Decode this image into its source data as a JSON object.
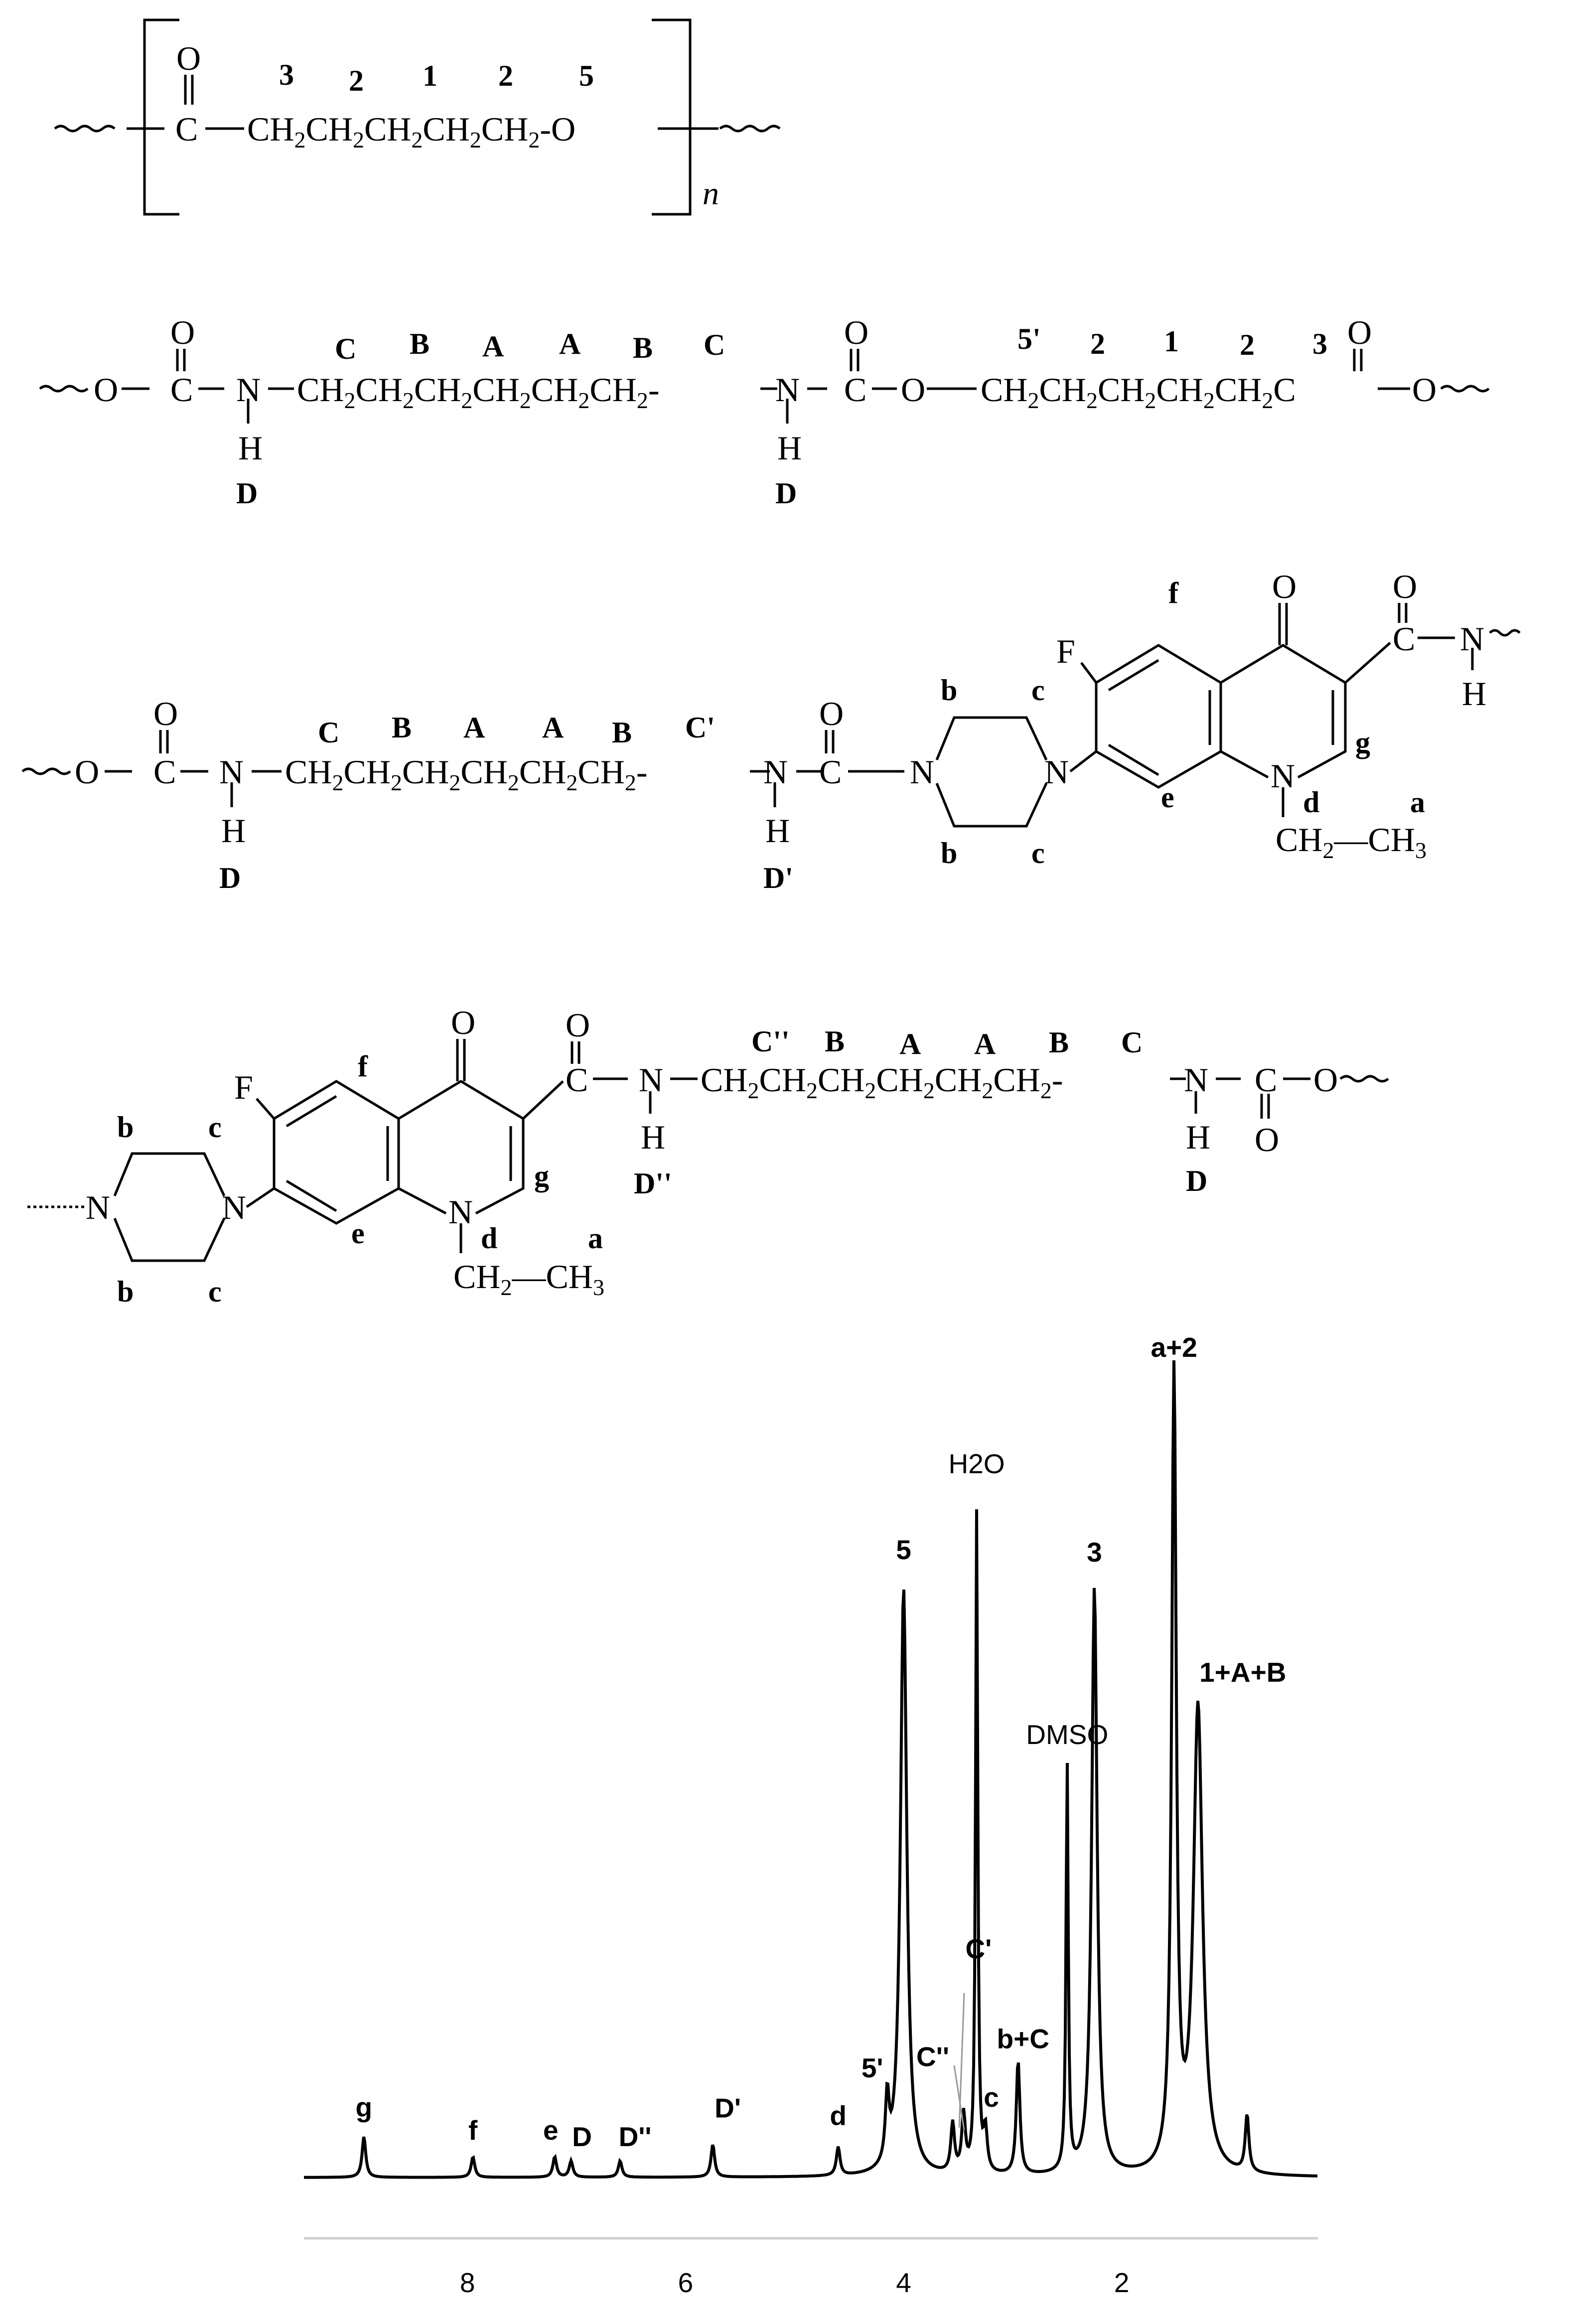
{
  "structures": {
    "s1": {
      "o_top": "O",
      "carbonyl": "C",
      "numbers": [
        "3",
        "2",
        "1",
        "2",
        "5"
      ],
      "tail": "-O",
      "repeat": "n"
    },
    "s2": {
      "left_o": "O",
      "carbonyl1": "C",
      "o_top1": "O",
      "n1": "N",
      "h1": "H",
      "d1": "D",
      "letters": [
        "C",
        "B",
        "A",
        "A",
        "B",
        "C"
      ],
      "n2": "N",
      "h2": "H",
      "d2": "D",
      "carbonyl2": "C",
      "o_top2": "O",
      "ester_o": "O",
      "numbers": [
        "5'",
        "2",
        "1",
        "2",
        "3"
      ],
      "carbonyl3": "C",
      "o_top3": "O",
      "right_o": "O"
    },
    "s3": {
      "left_o": "O",
      "carbonyl1": "C",
      "o_top1": "O",
      "n1": "N",
      "h1": "H",
      "d1": "D",
      "letters": [
        "C",
        "B",
        "A",
        "A",
        "B",
        "C'"
      ],
      "n2": "N",
      "h2": "H",
      "d2": "D'",
      "carbonyl2": "C",
      "o_top2": "O",
      "ring": {
        "f_atom": "F",
        "o_keto": "O",
        "carb_o": "O",
        "carb_c": "C",
        "n_amide": "N",
        "h_amide": "H",
        "n_pip1": "N",
        "n_pip2": "N",
        "n_quin": "N",
        "b1": "b",
        "b2": "b",
        "c1": "c",
        "c2": "c",
        "e": "e",
        "f": "f",
        "g": "g",
        "d": "d",
        "a": "a"
      }
    },
    "s4": {
      "letters": [
        "C''",
        "B",
        "A",
        "A",
        "B",
        "C"
      ],
      "n1": "N",
      "h1": "H",
      "d1": "D''",
      "n2": "N",
      "h2": "H",
      "d2": "D",
      "carbonyl": "C",
      "o_bottom": "O",
      "right_o": "O",
      "ring": {
        "f_atom": "F",
        "o_keto": "O",
        "carb_o": "O",
        "carb_c": "C",
        "n_pip1": "N",
        "n_pip2": "N",
        "n_quin": "N",
        "b1": "b",
        "b2": "b",
        "c1": "c",
        "c2": "c",
        "e": "e",
        "f": "f",
        "g": "g",
        "d": "d",
        "a": "a"
      }
    }
  },
  "chart_data": {
    "type": "line",
    "title": "",
    "xlabel": "",
    "ylabel": "",
    "x_reversed": true,
    "xlim": [
      9.5,
      0.2
    ],
    "xticks": [
      8,
      6,
      4,
      2
    ],
    "peaks": [
      {
        "label": "g",
        "ppm": 8.95,
        "height": 0.05
      },
      {
        "label": "f",
        "ppm": 7.95,
        "height": 0.025
      },
      {
        "label": "e",
        "ppm": 7.2,
        "height": 0.025
      },
      {
        "label": "D",
        "ppm": 7.05,
        "height": 0.02
      },
      {
        "label": "D''",
        "ppm": 6.6,
        "height": 0.02
      },
      {
        "label": "D'",
        "ppm": 5.75,
        "height": 0.04
      },
      {
        "label": "d",
        "ppm": 4.6,
        "height": 0.035
      },
      {
        "label": "5'",
        "ppm": 4.15,
        "height": 0.08
      },
      {
        "label": "5",
        "ppm": 4.0,
        "height": 0.72
      },
      {
        "label": "C''",
        "ppm": 3.55,
        "height": 0.06
      },
      {
        "label": "C'",
        "ppm": 3.45,
        "height": 0.07
      },
      {
        "label": "H2O",
        "ppm": 3.33,
        "height": 0.81
      },
      {
        "label": "c",
        "ppm": 3.25,
        "height": 0.05
      },
      {
        "label": "b+C",
        "ppm": 2.95,
        "height": 0.14
      },
      {
        "label": "DMSO",
        "ppm": 2.5,
        "height": 0.5
      },
      {
        "label": "3",
        "ppm": 2.25,
        "height": 0.72
      },
      {
        "label": "a+2",
        "ppm": 1.52,
        "height": 0.98
      },
      {
        "label": "1+A+B",
        "ppm": 1.3,
        "height": 0.57
      },
      {
        "label": "",
        "ppm": 0.85,
        "height": 0.07
      }
    ],
    "peak_labels": [
      "g",
      "f",
      "e",
      "D",
      "D''",
      "D'",
      "d",
      "5'",
      "5",
      "C''",
      "C'",
      "H2O",
      "c",
      "b+C",
      "DMSO",
      "3",
      "a+2",
      "1+A+B"
    ]
  }
}
